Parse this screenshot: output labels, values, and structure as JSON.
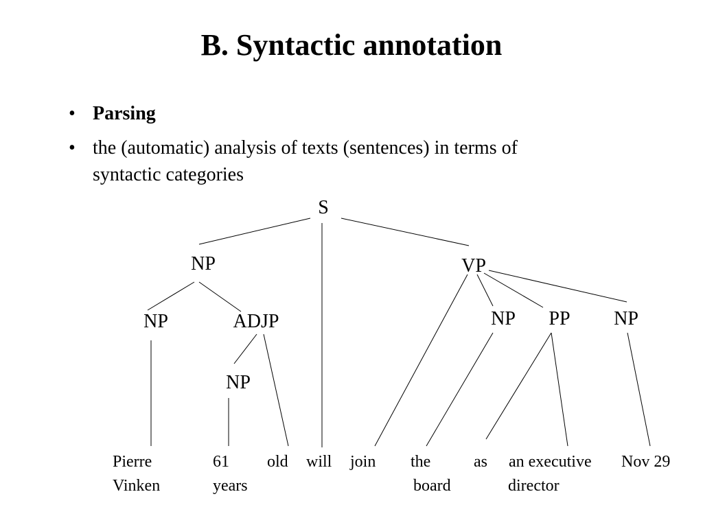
{
  "slide": {
    "title": "B. Syntactic annotation",
    "bullets": [
      {
        "marker": "•",
        "text": "Parsing"
      },
      {
        "marker": "•",
        "line1": "the (automatic) analysis of texts (sentences) in terms of",
        "line2": "syntactic categories"
      }
    ]
  },
  "tree": {
    "nodes": {
      "s": "S",
      "np_subj": "NP",
      "vp": "VP",
      "np_name": "NP",
      "adjp": "ADJP",
      "np_years": "NP",
      "np_obj": "NP",
      "pp": "PP",
      "np_date": "NP"
    },
    "leaves": {
      "pierre": [
        "Pierre",
        "Vinken"
      ],
      "sixtyone": [
        "61",
        "years"
      ],
      "old": [
        "old"
      ],
      "will": [
        "will"
      ],
      "join": [
        "join"
      ],
      "the": [
        "the",
        "board"
      ],
      "as": [
        "as"
      ],
      "executive": [
        "an executive",
        "director"
      ],
      "nov": [
        "Nov 29"
      ]
    }
  }
}
